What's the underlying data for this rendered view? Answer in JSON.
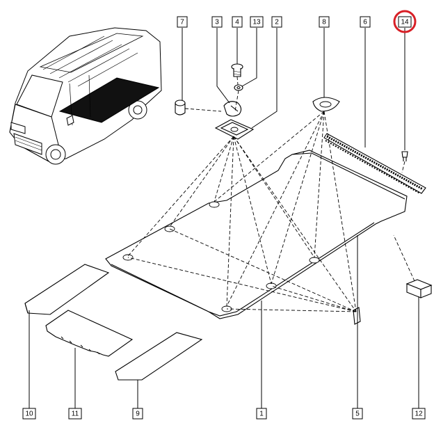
{
  "labels": [
    {
      "id": "7",
      "text": "7"
    },
    {
      "id": "3",
      "text": "3"
    },
    {
      "id": "4",
      "text": "4"
    },
    {
      "id": "13",
      "text": "13"
    },
    {
      "id": "2",
      "text": "2"
    },
    {
      "id": "8",
      "text": "8"
    },
    {
      "id": "6",
      "text": "6"
    },
    {
      "id": "14",
      "text": "14"
    },
    {
      "id": "10",
      "text": "10"
    },
    {
      "id": "11",
      "text": "11"
    },
    {
      "id": "9",
      "text": "9"
    },
    {
      "id": "1",
      "text": "1"
    },
    {
      "id": "5",
      "text": "5"
    },
    {
      "id": "12",
      "text": "12"
    }
  ],
  "highlight": {
    "label_id": "14",
    "color": "#d81f26"
  },
  "colors": {
    "line": "#000000",
    "fill": "#ffffff",
    "mat": "#111111"
  }
}
